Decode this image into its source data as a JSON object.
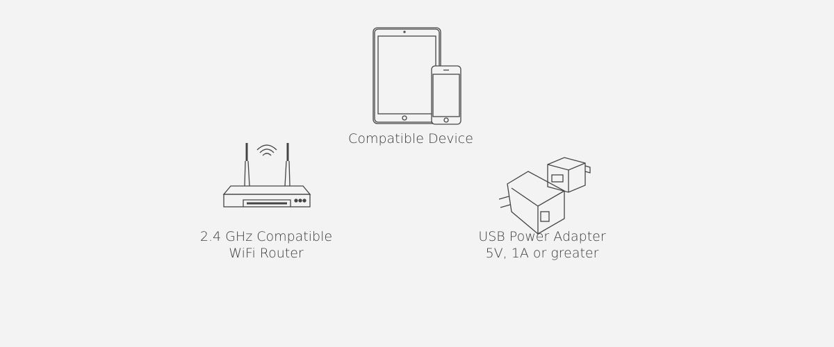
{
  "items": [
    {
      "icon": "tablet-phone-icon",
      "lines": [
        "Compatible Device"
      ]
    },
    {
      "icon": "wifi-router-icon",
      "lines": [
        "2.4 GHz Compatible",
        "WiFi Router"
      ]
    },
    {
      "icon": "usb-power-adapter-icon",
      "lines": [
        "USB Power Adapter",
        "5V, 1A or greater"
      ]
    }
  ]
}
